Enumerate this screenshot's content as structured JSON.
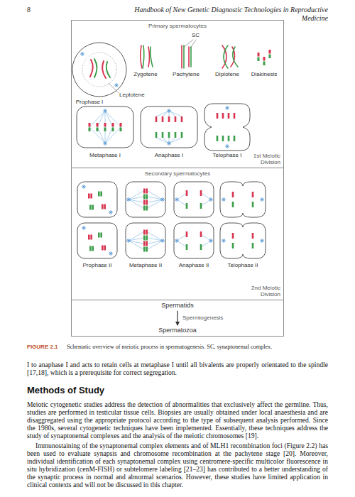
{
  "diagram": {
    "caption": "Schematic overview of meiotic process in spermatogenesis. SC, synaptonemal complex.",
    "nodes": [
      {
        "text": [
          "Primary spermatocytes",
          "1st Meiotic Division"
        ]
      },
      {
        "text": [
          "Secondary spermatocytes",
          "2nd Meiotic Division"
        ]
      },
      {
        "text": [
          "Spermatids"
        ]
      },
      {
        "text": [
          "Spermatozoa"
        ]
      }
    ],
    "edges": [
      {
        "from": 2,
        "to": 3,
        "arrow": "to",
        "label": "Spermiogenesis"
      }
    ],
    "labels": [
      "8",
      "Handbook of New Genetic Diagnostic Technologies in Reproductive Medicine",
      "SC",
      "Leptotene",
      "Zygotene",
      "Pachytene",
      "Diplotene",
      "Diakinesis",
      "Prophase I",
      "Metaphase I",
      "Anaphase I",
      "Telophase I",
      "Prophase II",
      "Metaphase II",
      "Anaphase II",
      "Telophase II",
      "FIGURE 2.1",
      "I to anaphase I and acts to retain cells at metaphase I until all bivalents are properly orientated to the spindle [17,18], which is a prerequisite for correct segregation.",
      "Methods of Study",
      "Meiotic cytogenetic studies address the detection of abnormalities that exclusively affect the germline. Thus, studies are performed in testicular tissue cells. Biopsies are usually obtained under local anaesthesia and are disaggregated using the appropriate protocol according to the type of subsequent analysis performed. Since the 1980s, several cytogenetic techniques have been implemented. Essentially, these techniques address the study of synaptonemal complexes and the analysis of the meiotic chromosomes [19].",
      "Immunostaining of the synaptonemal complex elements and of MLH1 recombination foci (Figure 2.2) has been used to evaluate synapsis and chromosome recombination at the pachytene stage [20]. Moreover, individual identification of each synaptonemal complex using centromere-specific multicolor fluorescence in situ hybridization (cenM-FISH) or subtelomere labeling [21–23] has contributed to a better understanding of the synaptic process in normal and abnormal scenarios. However, these studies have limited application in clinical contexts and will not be discussed in this chapter."
    ]
  }
}
